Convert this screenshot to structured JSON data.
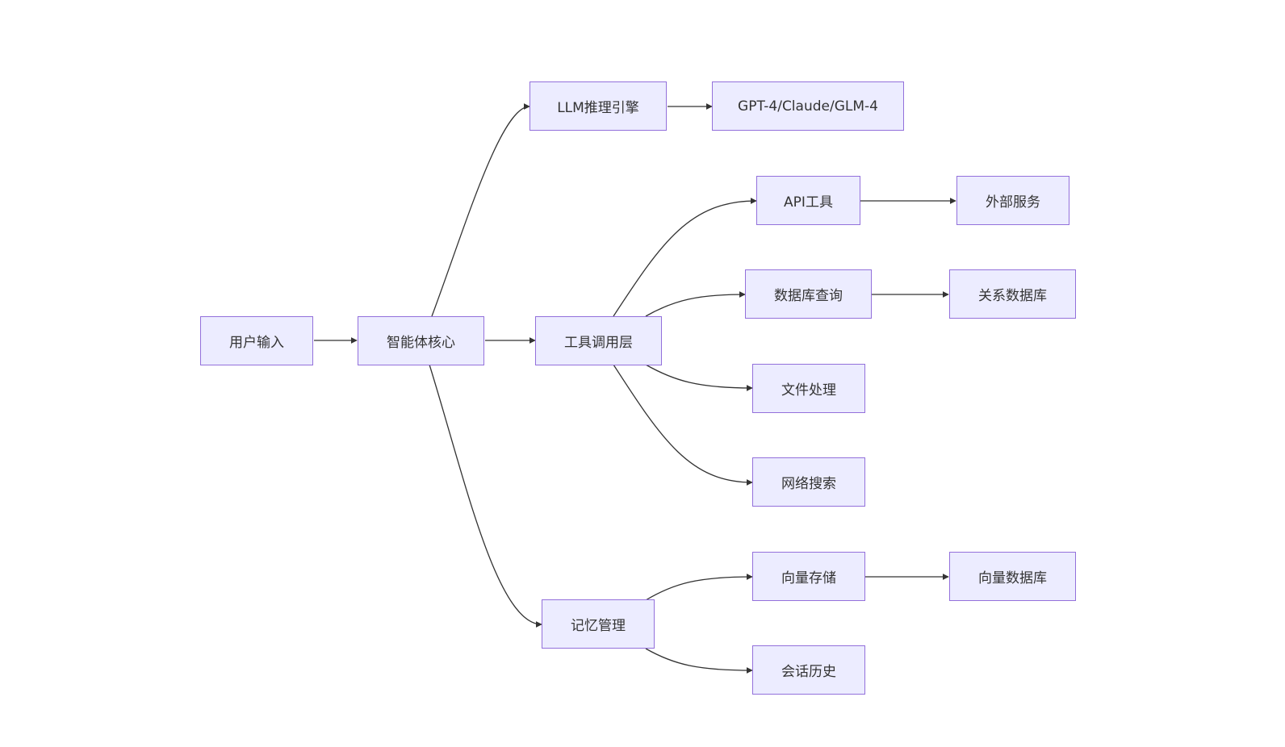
{
  "diagram": {
    "type": "flowchart",
    "direction": "left-to-right",
    "colors": {
      "node_fill": "#ececff",
      "node_border": "#9370db",
      "edge": "#333333",
      "text": "#333333"
    },
    "nodes": {
      "user_input": "用户输入",
      "agent_core": "智能体核心",
      "llm_engine": "LLM推理引擎",
      "models": "GPT-4/Claude/GLM-4",
      "tool_layer": "工具调用层",
      "api_tools": "API工具",
      "external_services": "外部服务",
      "db_query": "数据库查询",
      "relational_db": "关系数据库",
      "file_processing": "文件处理",
      "web_search": "网络搜索",
      "memory_mgmt": "记忆管理",
      "vector_storage": "向量存储",
      "vector_db": "向量数据库",
      "chat_history": "会话历史"
    },
    "edges": [
      {
        "from": "user_input",
        "to": "agent_core"
      },
      {
        "from": "agent_core",
        "to": "llm_engine"
      },
      {
        "from": "agent_core",
        "to": "tool_layer"
      },
      {
        "from": "agent_core",
        "to": "memory_mgmt"
      },
      {
        "from": "llm_engine",
        "to": "models"
      },
      {
        "from": "tool_layer",
        "to": "api_tools"
      },
      {
        "from": "tool_layer",
        "to": "db_query"
      },
      {
        "from": "tool_layer",
        "to": "file_processing"
      },
      {
        "from": "tool_layer",
        "to": "web_search"
      },
      {
        "from": "api_tools",
        "to": "external_services"
      },
      {
        "from": "db_query",
        "to": "relational_db"
      },
      {
        "from": "memory_mgmt",
        "to": "vector_storage"
      },
      {
        "from": "memory_mgmt",
        "to": "chat_history"
      },
      {
        "from": "vector_storage",
        "to": "vector_db"
      }
    ]
  }
}
